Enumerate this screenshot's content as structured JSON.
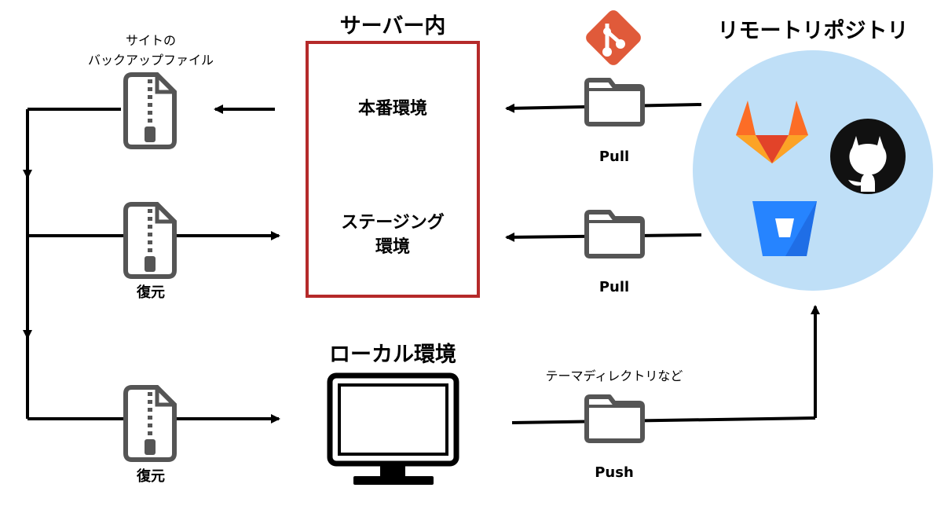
{
  "server": {
    "title": "サーバー内",
    "production": "本番環境",
    "staging_line1": "ステージング",
    "staging_line2": "環境"
  },
  "backup": {
    "label_line1": "サイトの",
    "label_line2": "バックアップファイル",
    "restore_1": "復元",
    "restore_2": "復元"
  },
  "local": {
    "title": "ローカル環境"
  },
  "remote": {
    "title": "リモートリポジトリ"
  },
  "flows": {
    "pull_production": "Pull",
    "pull_staging": "Pull",
    "push": "Push",
    "push_note": "テーマディレクトリなど"
  },
  "colors": {
    "server_border": "#b52a2a",
    "remote_circle": "#bfdff7",
    "git": "#e05a3a",
    "icon_gray": "#555555",
    "bitbucket": "#2684ff",
    "github": "#111111"
  },
  "icons": [
    "zip-file-icon",
    "folder-icon",
    "git-logo-icon",
    "gitlab-logo-icon",
    "github-logo-icon",
    "bitbucket-logo-icon",
    "monitor-icon"
  ]
}
